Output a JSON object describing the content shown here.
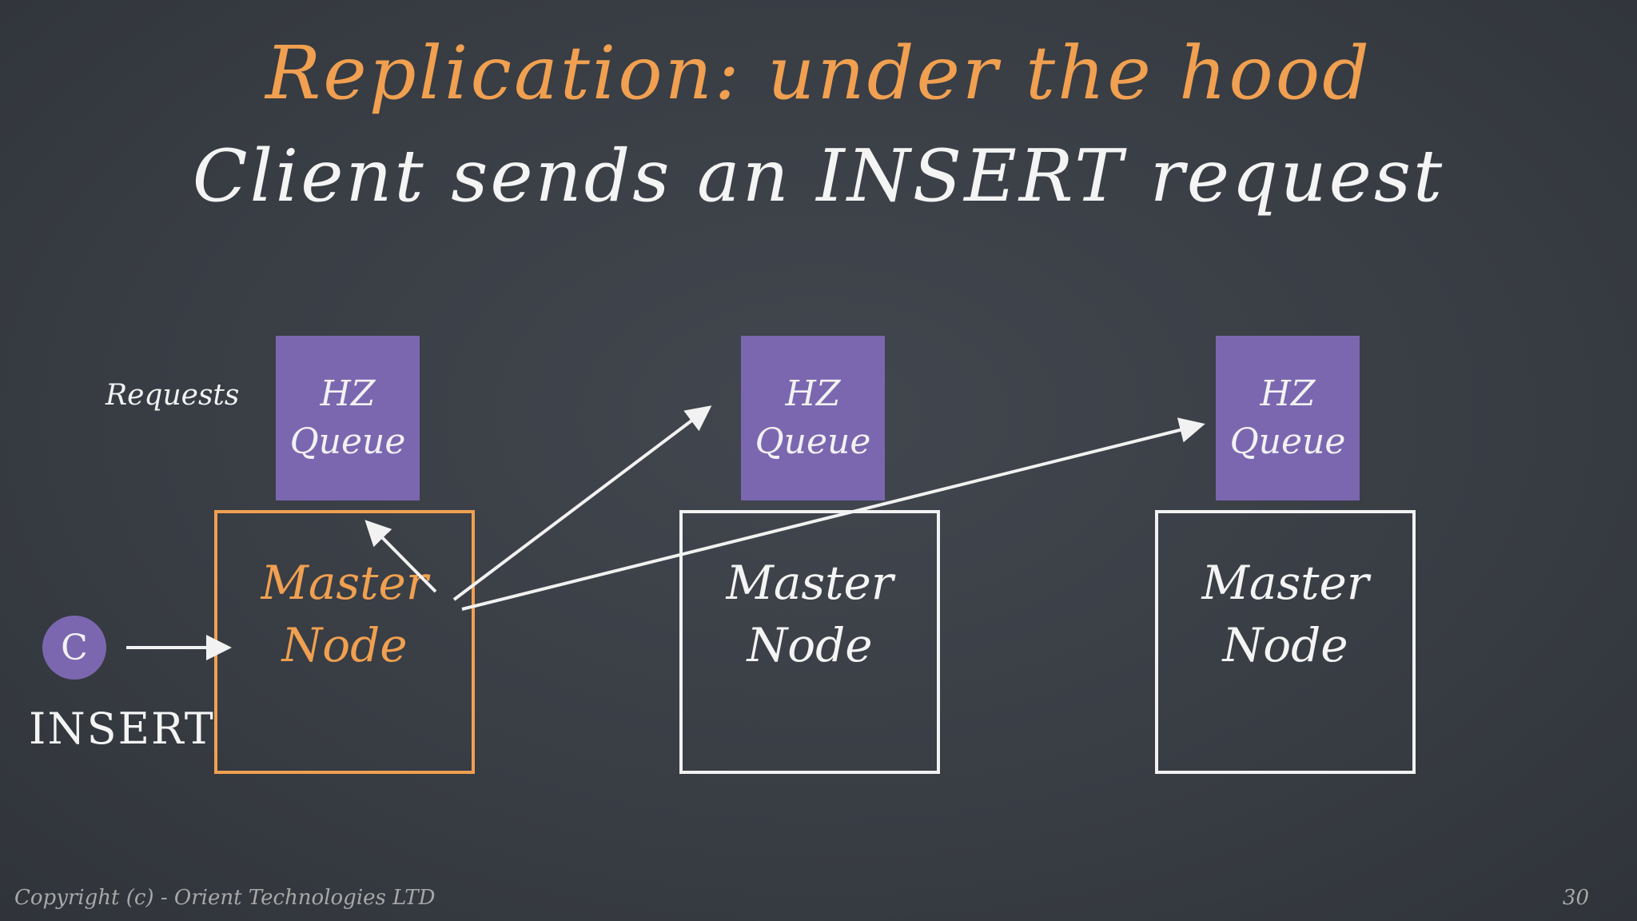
{
  "slide": {
    "title": "Replication: under the hood",
    "subtitle": "Client sends an INSERT request",
    "requests_label": "Requests",
    "client": {
      "label": "C",
      "action": "INSERT"
    },
    "queues": [
      {
        "line1": "HZ",
        "line2": "Queue"
      },
      {
        "line1": "HZ",
        "line2": "Queue"
      },
      {
        "line1": "HZ",
        "line2": "Queue"
      }
    ],
    "nodes": [
      {
        "line1": "Master",
        "line2": "Node",
        "highlighted": true
      },
      {
        "line1": "Master",
        "line2": "Node",
        "highlighted": false
      },
      {
        "line1": "Master",
        "line2": "Node",
        "highlighted": false
      }
    ],
    "footer": "Copyright (c) - Orient Technologies LTD",
    "page_number": "30"
  },
  "colors": {
    "background": "#3a3e45",
    "accent": "#f0a050",
    "queue": "#7b67b0",
    "chalk": "#f2f2f2"
  }
}
